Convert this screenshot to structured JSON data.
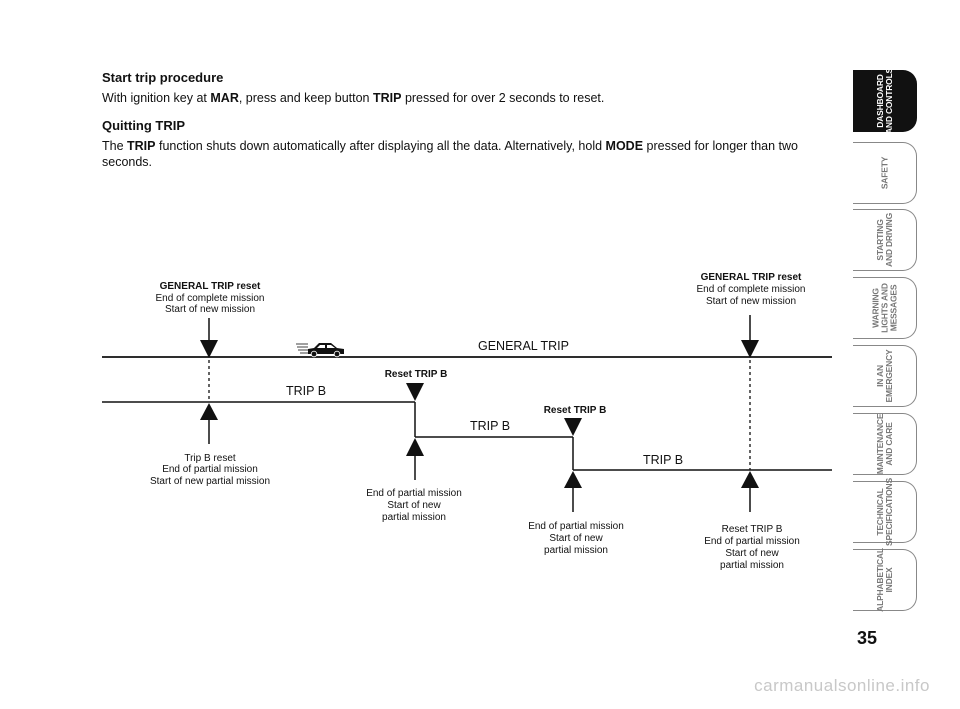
{
  "content": {
    "section1_title": "Start trip procedure",
    "section1_p": [
      "With ignition key at ",
      "MAR",
      ", press and keep button ",
      "TRIP",
      " pressed for over 2 seconds to reset."
    ],
    "section2_title": "Quitting TRIP",
    "section2_p": [
      "The ",
      "TRIP",
      " function shuts down automatically after displaying all the data. Alternatively, hold ",
      "MODE",
      " pressed for longer than two seconds."
    ]
  },
  "diagram": {
    "general_trip_label": "GENERAL TRIP",
    "tripb_label": "TRIP B",
    "gt_reset_left": {
      "bold": "GENERAL TRIP",
      "rest": " reset",
      "line2": "End of complete mission",
      "line3": "Start of new mission"
    },
    "gt_reset_right": {
      "bold": "GENERAL TRIP",
      "rest": " reset",
      "line2": "End of complete mission",
      "line3": "Start of new mission"
    },
    "reset_tripb_1": {
      "plain": "Reset ",
      "bold": "TRIP B"
    },
    "reset_tripb_2": {
      "plain": "Reset ",
      "bold": "TRIP B"
    },
    "bottom1": [
      "Trip B reset",
      "End of partial mission",
      "Start of new partial mission"
    ],
    "bottom2": [
      "End of partial mission",
      "Start of new",
      "partial mission"
    ],
    "bottom3": [
      "End of partial mission",
      "Start of new",
      "partial mission"
    ],
    "bottom4": [
      "Reset TRIP B",
      "End of partial mission",
      "Start of new",
      "partial mission"
    ]
  },
  "tabs": [
    "DASHBOARD\nAND CONTROLS",
    "SAFETY",
    "STARTING\nAND DRIVING",
    "WARNING\nLIGHTS AND\nMESSAGES",
    "IN AN\nEMERGENCY",
    "MAINTENANCE\nAND CARE",
    "TECHNICAL\nSPECIFICATIONS",
    "ALPHABETICAL\nINDEX"
  ],
  "active_tab_index": 0,
  "page_number": "35",
  "watermark": "carmanualsonline.info",
  "icons": {
    "car": "car-icon"
  }
}
